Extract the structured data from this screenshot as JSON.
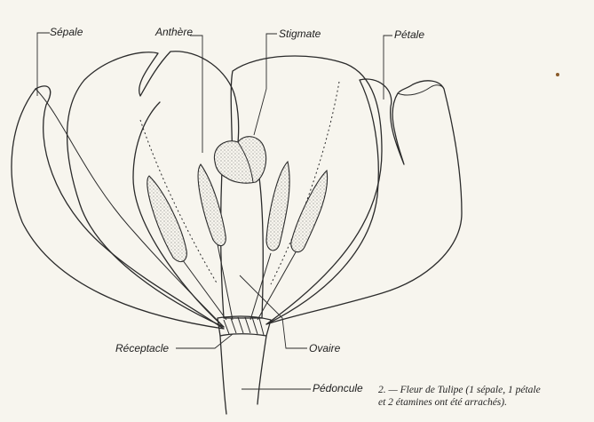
{
  "labels": {
    "sepale": "Sépale",
    "anthere": "Anthère",
    "stigmate": "Stigmate",
    "petale": "Pétale",
    "ovaire": "Ovaire",
    "receptacle": "Réceptacle",
    "pedoncule": "Pédoncule"
  },
  "caption": {
    "line1": "2. — Fleur de Tulipe (1 sépale, 1 pétale",
    "line2": "et 2 étamines ont été arrachés)."
  }
}
